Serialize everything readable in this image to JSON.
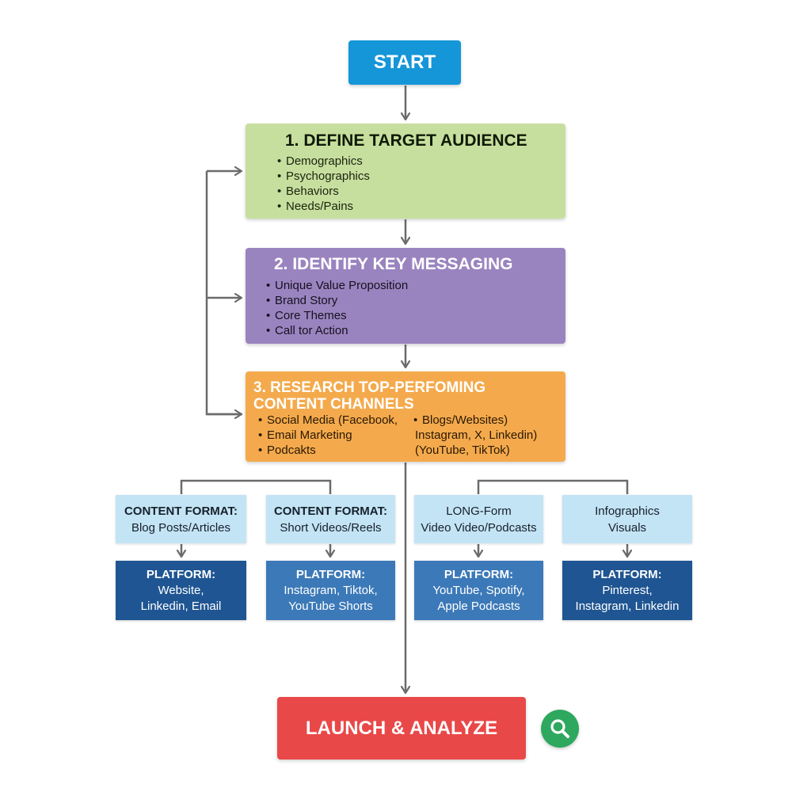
{
  "start": {
    "label": "START"
  },
  "steps": [
    {
      "title": "1. DEFINE TARGET AUDIENCE",
      "bullets": [
        "Demographics",
        "Psychographics",
        "Behaviors",
        "Needs/Pains"
      ]
    },
    {
      "title": "2. IDENTIFY KEY MESSAGING",
      "bullets": [
        "Unique Value Proposition",
        "Brand Story",
        "Core Themes",
        "Call tor Action"
      ]
    },
    {
      "title_lines": [
        "3. RESEARCH TOP-PERFOMING",
        "CONTENT CHANNELS"
      ],
      "bullets_left": [
        "Social Media (Facebook,",
        "Email Marketing",
        "Podcakts"
      ],
      "bullets_right": [
        "Blogs/Websites)",
        "Instagram, X, Linkedin)",
        "(YouTube, TikTok)"
      ]
    }
  ],
  "formats": [
    {
      "line1": "CONTENT FORMAT:",
      "line2": "Blog Posts/Articles"
    },
    {
      "line1": "CONTENT FORMAT:",
      "line2": "Short Videos/Reels"
    },
    {
      "line1": "LONG-Form",
      "line2": "Video Video/Podcasts"
    },
    {
      "line1": "Infographics",
      "line2": "Visuals"
    }
  ],
  "platforms": [
    {
      "title": "PLATFORM:",
      "line1": "Website,",
      "line2": "Linkedin, Email",
      "color": "#1f5592"
    },
    {
      "title": "PLATFORM:",
      "line1": "Instagram, Tiktok,",
      "line2": "YouTube Shorts",
      "color": "#3c79b8"
    },
    {
      "title": "PLATFORM:",
      "line1": "YouTube, Spotify,",
      "line2": "Apple Podcasts",
      "color": "#3c79b8"
    },
    {
      "title": "PLATFORM:",
      "line1": "Pinterest,",
      "line2": "Instagram, Linkedin",
      "color": "#1f5592"
    }
  ],
  "launch": {
    "label": "LAUNCH & ANALYZE"
  },
  "colors": {
    "start": "#1596d8",
    "step1": "#c7df9e",
    "step2": "#9a84bf",
    "step3": "#f4aa4c",
    "format": "#c3e4f5",
    "platform_dark": "#1f5592",
    "platform_mid": "#3c79b8",
    "launch": "#e94848",
    "search_badge": "#2ea85e",
    "connector": "#6b6b6b"
  },
  "icons": {
    "launch_badge": "search-icon"
  }
}
